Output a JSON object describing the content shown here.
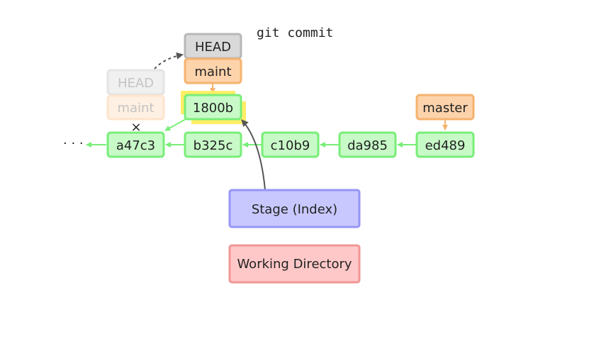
{
  "command": "git commit",
  "ellipsis": "· · ·",
  "commits": {
    "a47c3": "a47c3",
    "b325c": "b325c",
    "c10b9": "c10b9",
    "da985": "da985",
    "ed489": "ed489",
    "new": "1800b"
  },
  "refs": {
    "head_current": "HEAD",
    "maint_current": "maint",
    "head_old": "HEAD",
    "maint_old": "maint",
    "master": "master",
    "removed_mark": "×"
  },
  "areas": {
    "stage": "Stage (Index)",
    "working": "Working Directory"
  },
  "colors": {
    "commit_fill": "#c8fac8",
    "commit_stroke": "#78ee78",
    "head_fill": "#d9d9d9",
    "head_stroke": "#b8b8b8",
    "branch_fill": "#fdd3ab",
    "branch_stroke": "#f5b36f",
    "stage_fill": "#c8c8ff",
    "stage_stroke": "#9696f5",
    "working_fill": "#ffc8c8",
    "working_stroke": "#f09696",
    "highlight": "#ffe84d"
  }
}
